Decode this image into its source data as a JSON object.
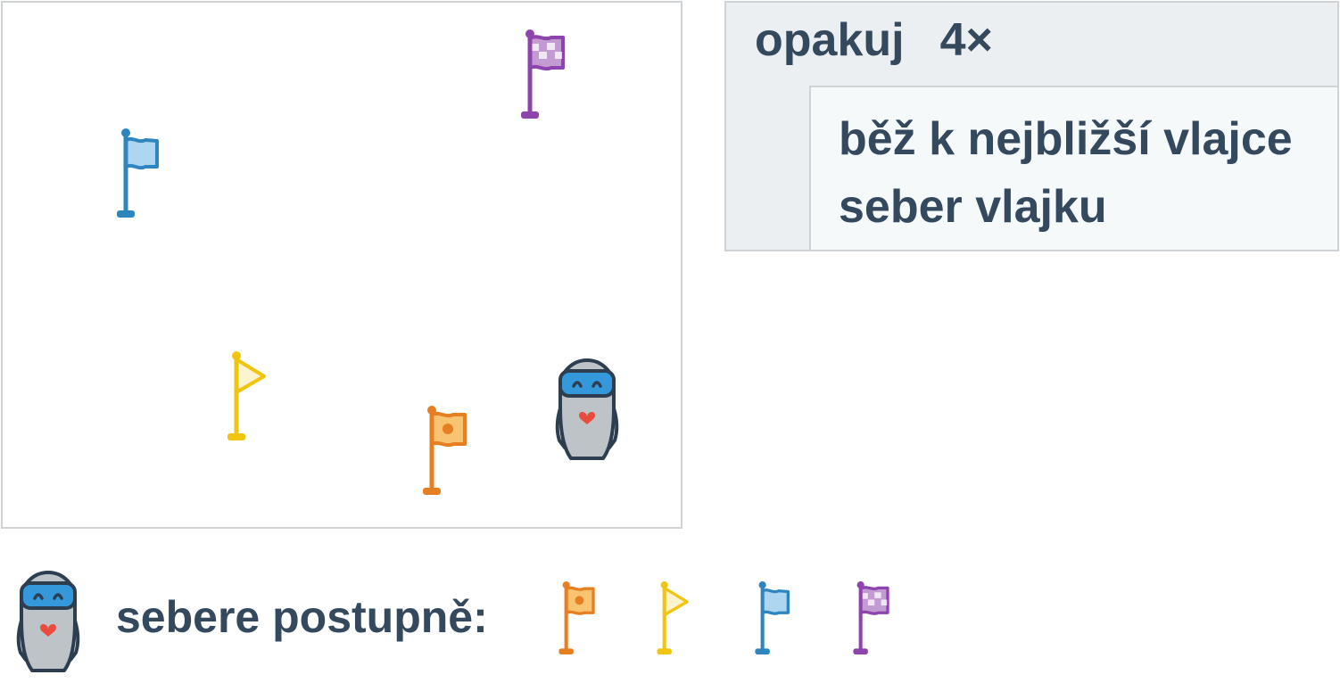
{
  "board": {
    "items": [
      {
        "kind": "flag",
        "variant": "checkered",
        "color": "#8e44ad",
        "light": "#c39bd3"
      },
      {
        "kind": "flag",
        "variant": "wave",
        "color": "#2e86c1",
        "light": "#aed6f1"
      },
      {
        "kind": "flag",
        "variant": "pennant",
        "color": "#f1c40f",
        "light": "#fcf3cf"
      },
      {
        "kind": "flag",
        "variant": "dot",
        "color": "#e67e22",
        "light": "#f8c471"
      },
      {
        "kind": "robot"
      }
    ]
  },
  "program": {
    "repeat_label": "opakuj",
    "repeat_count": "4×",
    "commands": [
      "běž k nejbližší vlajce",
      "seber vlajku"
    ]
  },
  "legend": {
    "text": "sebere postupně:",
    "sequence": [
      {
        "variant": "dot",
        "color": "#e67e22",
        "light": "#f8c471"
      },
      {
        "variant": "pennant",
        "color": "#f1c40f",
        "light": "#fcf3cf"
      },
      {
        "variant": "wave",
        "color": "#2e86c1",
        "light": "#aed6f1"
      },
      {
        "variant": "checkered",
        "color": "#8e44ad",
        "light": "#c39bd3"
      }
    ]
  },
  "colors": {
    "text": "#34495e",
    "border": "#cfd3d6",
    "program_bg": "#eceff1",
    "robot_body": "#bdc3c7",
    "robot_visor": "#3498db",
    "robot_heart": "#e74c3c"
  }
}
